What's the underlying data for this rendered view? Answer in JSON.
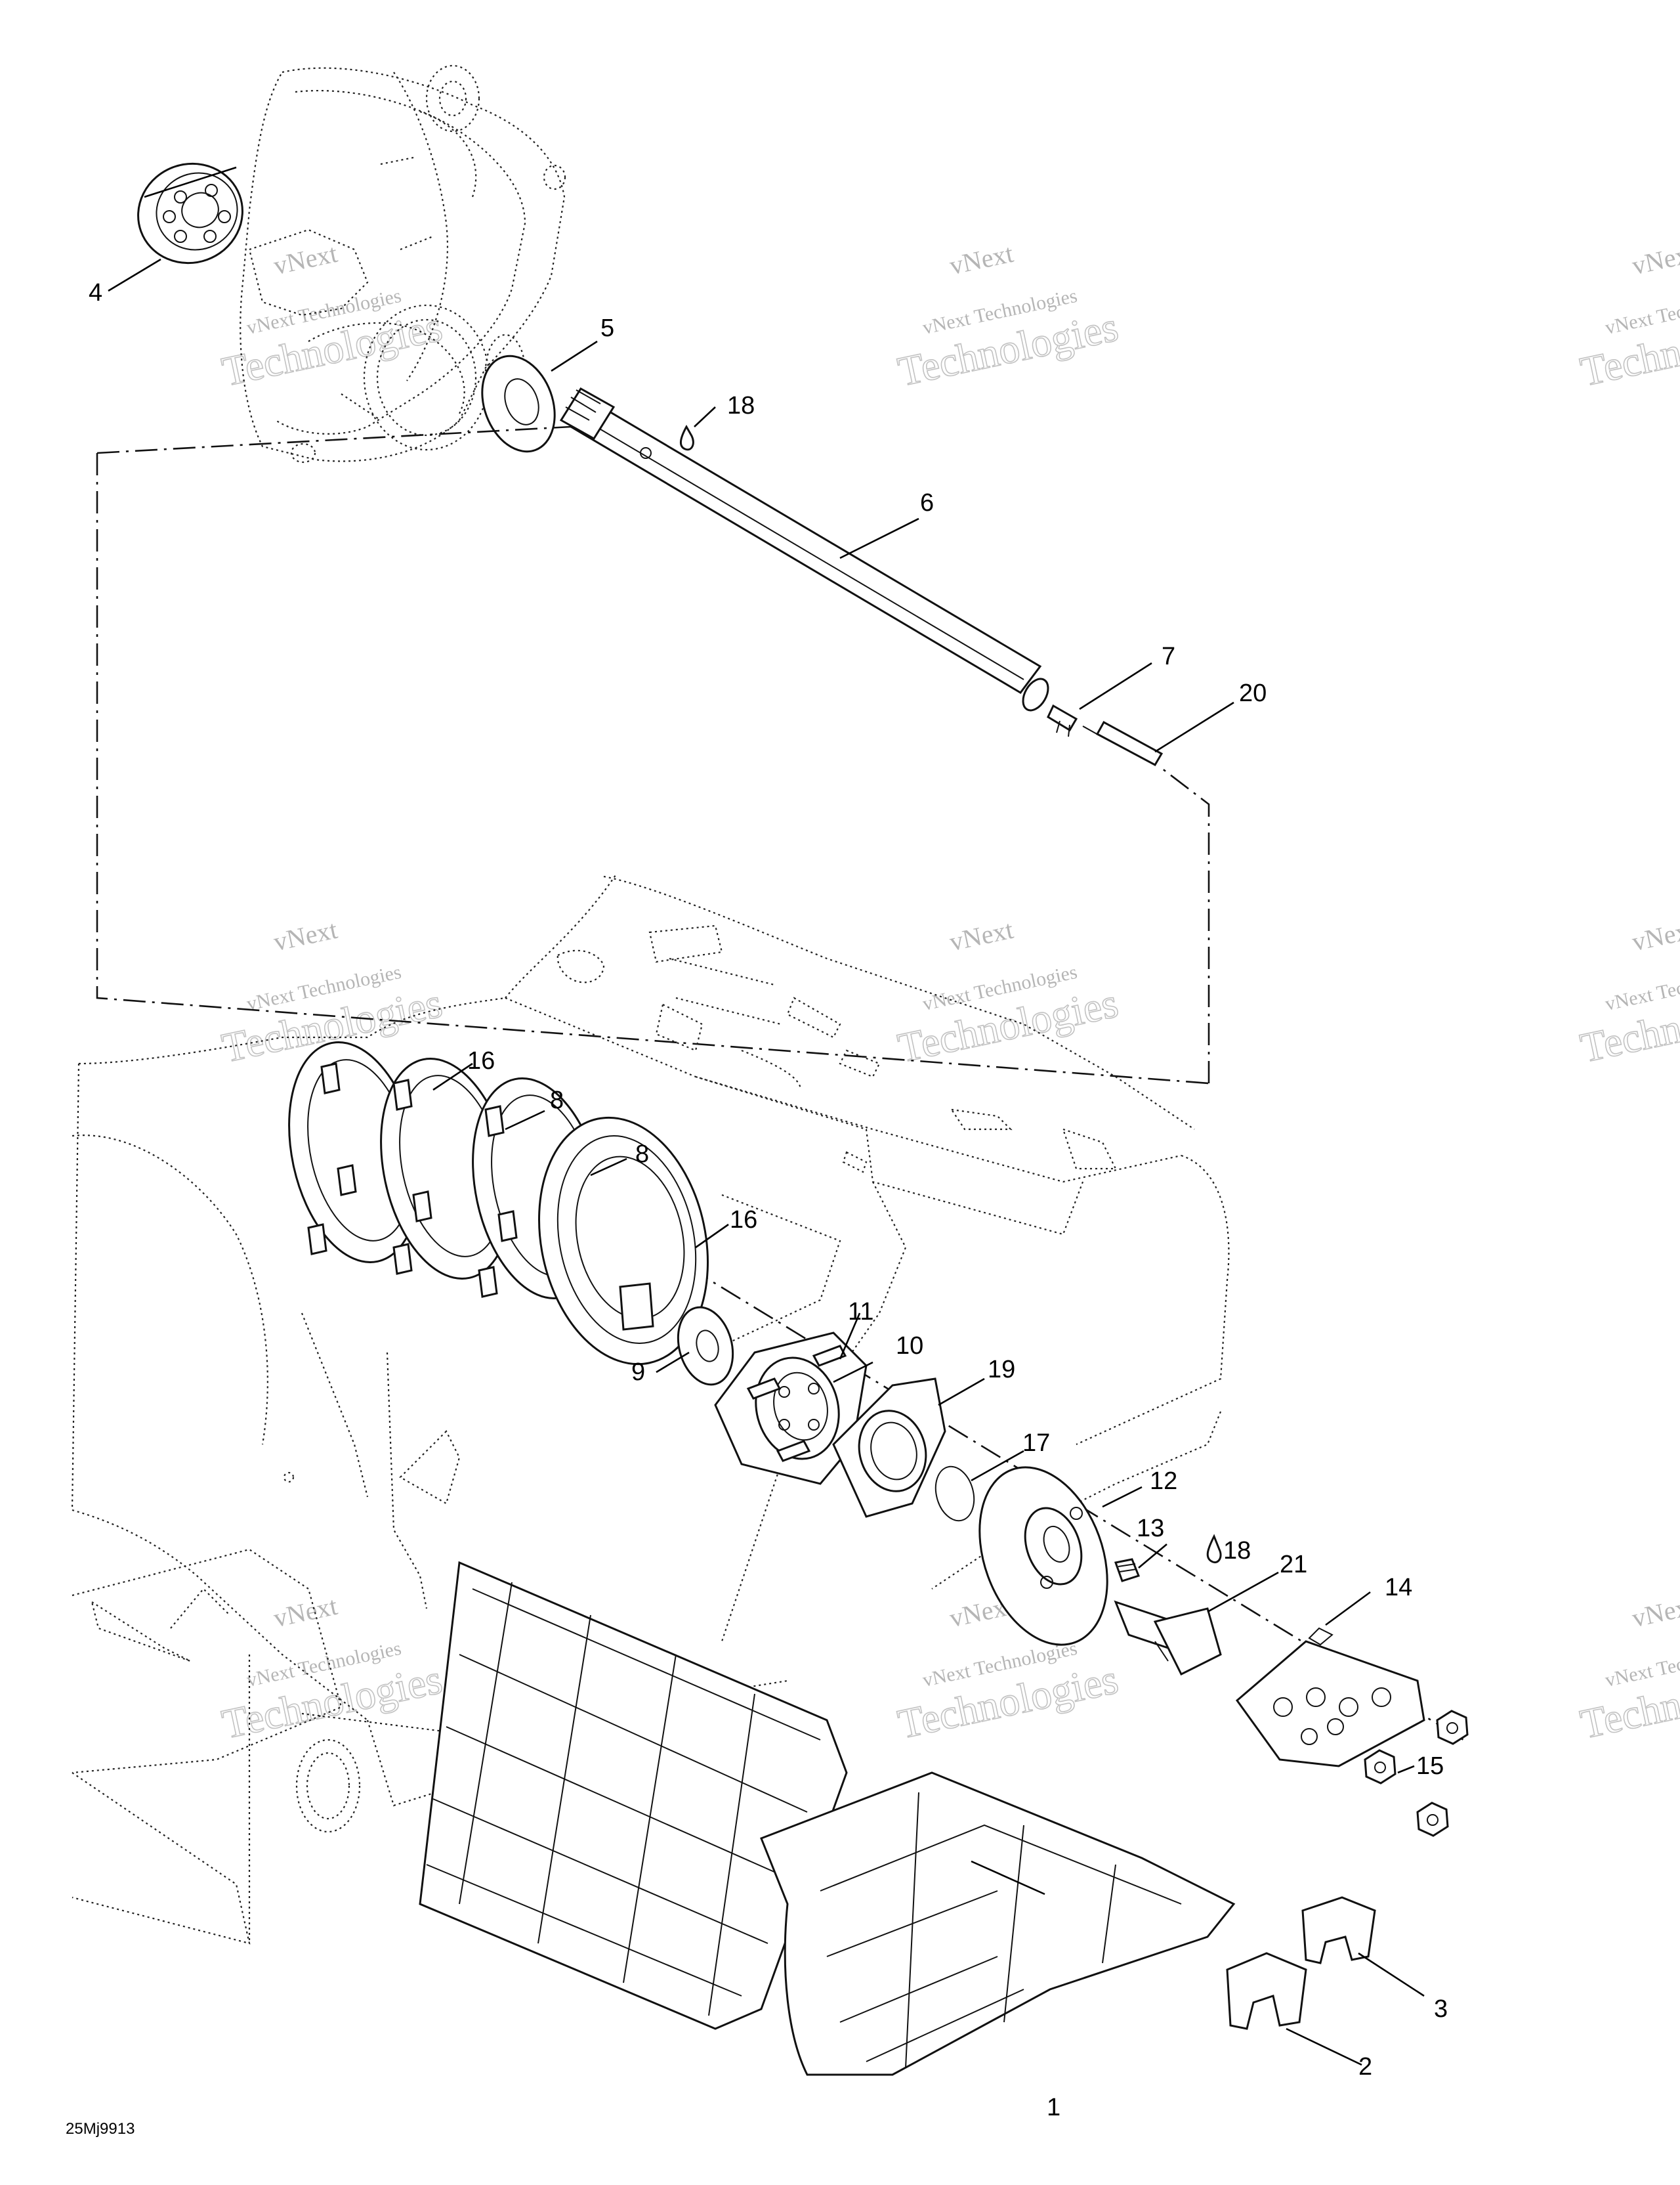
{
  "drawing_code": "25Mj9913",
  "watermark": {
    "line1": "vNext",
    "line2": "vNext Technologies",
    "line3": "Technologies"
  },
  "parts": [
    {
      "number": "1"
    },
    {
      "number": "2"
    },
    {
      "number": "3"
    },
    {
      "number": "4"
    },
    {
      "number": "5"
    },
    {
      "number": "6"
    },
    {
      "number": "7"
    },
    {
      "number": "8"
    },
    {
      "number": "8"
    },
    {
      "number": "9"
    },
    {
      "number": "10"
    },
    {
      "number": "11"
    },
    {
      "number": "12"
    },
    {
      "number": "13"
    },
    {
      "number": "14"
    },
    {
      "number": "15"
    },
    {
      "number": "16"
    },
    {
      "number": "16"
    },
    {
      "number": "17"
    },
    {
      "number": "18"
    },
    {
      "number": "18"
    },
    {
      "number": "19"
    },
    {
      "number": "20"
    },
    {
      "number": "21"
    }
  ]
}
